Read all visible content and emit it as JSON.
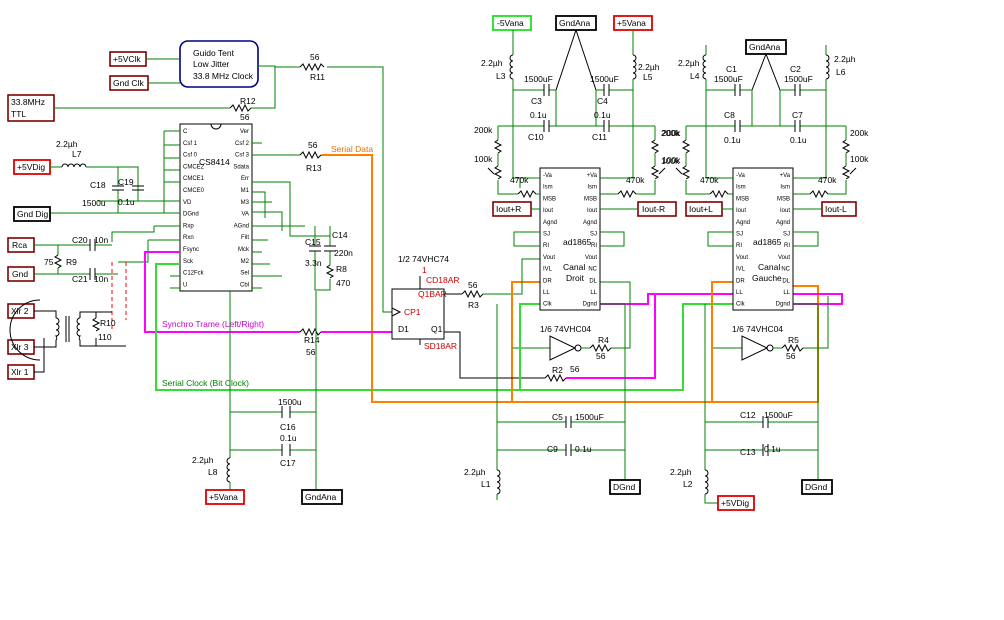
{
  "oscillator": {
    "line1": "Guido Tent",
    "line2": "Low Jitter",
    "line3": "33.8 MHz Clock"
  },
  "ports": {
    "p5vclk": "+5VClk",
    "gndclk": "Gnd Clk",
    "ttl1": "33.8MHz",
    "ttl2": "TTL",
    "p5vdig": "+5VDig",
    "gnddig": "Gnd Dig",
    "rca": "Rca",
    "gnd": "Gnd",
    "xlr2": "Xlr 2",
    "xlr3": "Xlr 3",
    "xlr1": "Xlr 1",
    "m5vana": "-5Vana",
    "gndana_top": "GndAna",
    "p5vana_top": "+5Vana",
    "gndana_right": "GndAna",
    "ioutpr": "Iout+R",
    "ioutmr": "Iout-R",
    "ioutpl": "Iout+L",
    "ioutml": "Iout-L",
    "p5vana_bottom": "+5Vana",
    "gndana_bottom": "GndAna",
    "dgnd1": "DGnd",
    "dgnd2": "DGnd",
    "p5vdig_bottom": "+5VDig"
  },
  "labels": {
    "r11": "R11",
    "r11v": "56",
    "r12": "R12",
    "r12v": "56",
    "r13": "R13",
    "r13v": "56",
    "r14": "R14",
    "r14v": "56",
    "r3": "R3",
    "r3v": "56",
    "r2": "R2",
    "r2v": "56",
    "r4": "R4",
    "r4v": "56",
    "r5": "R5",
    "r5v": "56",
    "r8": "R8",
    "r8v": "470",
    "r9": "R9",
    "r9v": "75",
    "r10": "R10",
    "r10v": "110",
    "l7": "L7",
    "l7v": "2.2µh",
    "l8": "L8",
    "l8v": "2.2µh",
    "l1": "L1",
    "l1v": "2.2µh",
    "l2": "L2",
    "l2v": "2.2µh",
    "l3": "L3",
    "l3v": "2.2µh",
    "l4": "L4",
    "l4v": "2.2µh",
    "l5": "L5",
    "l5v": "2.2µh",
    "l6": "L6",
    "l6v": "2.2µh",
    "c18": "C18",
    "c18v": "1500u",
    "c19": "C19",
    "c19v": "0.1u",
    "c20": "C20",
    "c20v": "10n",
    "c21": "C21",
    "c21v": "10n",
    "c15": "C15",
    "c15v": "3.3n",
    "c14": "C14",
    "c14v": "220n",
    "c16": "C16",
    "c16v": "1500u",
    "c17": "C17",
    "c17v": "0.1u",
    "c3": "C3",
    "c3v": "1500uF",
    "c4": "C4",
    "c4v": "1500uF",
    "c10": "C10",
    "c10v": "0.1u",
    "c11": "C11",
    "c11v": "0.1u",
    "c1": "C1",
    "c1v": "1500uF",
    "c2": "C2",
    "c2v": "1500uF",
    "c8": "C8",
    "c8v": "0.1u",
    "c7": "C7",
    "c7v": "0.1u",
    "c5": "C5",
    "c5v": "1500uF",
    "c9": "C9",
    "c9v": "0.1u",
    "c12": "C12",
    "c12v": "1500uF",
    "c13": "C13",
    "c13v": "0.1u",
    "r200k_a": "200k",
    "r100k_a": "100k",
    "r470k_a": "470k",
    "r470k_b": "470k",
    "r200k_b": "200k",
    "r100k_b": "100k",
    "r200k_c": "200k",
    "r100k_c": "100k",
    "r470k_c": "470k",
    "r470k_d": "470k",
    "r200k_d": "200k",
    "r100k_d": "100k",
    "cs8414": "CS8414",
    "flipflop": "1/2 74VHC74",
    "ff_cd": "CD18AR",
    "ff_q1b": "Q1BAR",
    "ff_cp1": "CP1",
    "ff_d1": "D1",
    "ff_q1": "Q1",
    "ff_sd": "SD18AR",
    "ff_pin1": "1",
    "ad1865_r": "ad1865",
    "ad1865_l": "ad1865",
    "canal_droit1": "Canal",
    "canal_droit2": "Droit",
    "canal_gauche1": "Canal",
    "canal_gauche2": "Gauche",
    "inv1": "1/6 74VHC04",
    "inv2": "1/6 74VHC04",
    "serial_data": "Serial Data",
    "synchro": "Synchro Trame (Left/Right)",
    "serial_clock": "Serial Clock (Bit Clock)"
  },
  "cs_pins_left": [
    "C",
    "Csf 1",
    "Csf 0",
    "CMCE2",
    "CMCE1",
    "CMCE0",
    "VD",
    "DGnd",
    "Rxp",
    "Rxn",
    "Fsync",
    "Sck",
    "C12Fck",
    "U"
  ],
  "cs_pins_right": [
    "Ver",
    "Csf 2",
    "Csf 3",
    "Sdata",
    "Err",
    "M1",
    "M3",
    "VA",
    "AGnd",
    "Filt",
    "Mck",
    "M2",
    "Sel",
    "Cbl"
  ],
  "ad_pins_left": [
    "-Va",
    "Ism",
    "MSB",
    "Iout",
    "Agnd",
    "SJ",
    "RI",
    "Vout",
    "IVL",
    "DR",
    "LL",
    "Clk"
  ],
  "ad_pins_right": [
    "+Va",
    "Ism",
    "MSB",
    "Iout",
    "Agnd",
    "SJ",
    "RI",
    "Vout",
    "NC",
    "DL",
    "LL",
    "Dgnd"
  ]
}
